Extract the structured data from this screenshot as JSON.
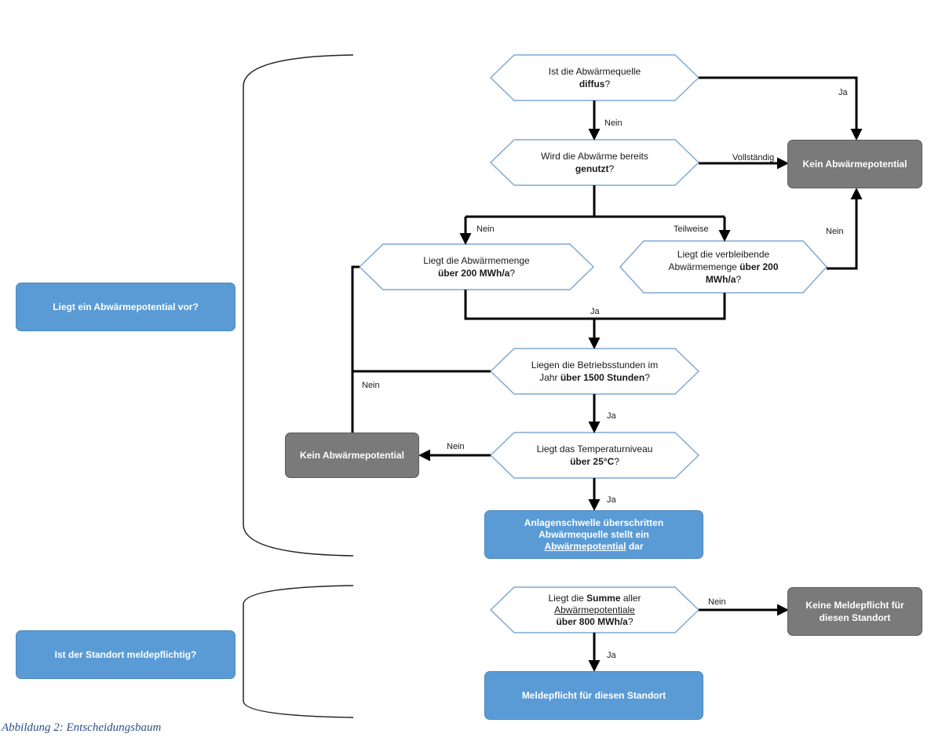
{
  "left_questions": {
    "q1": "Liegt ein Abwärmepotential vor?",
    "q2": "Ist der Standort meldepflichtig?"
  },
  "decisions": {
    "d1": {
      "pre": "Ist die Abwärmequelle",
      "bold": "diffus",
      "post": "?"
    },
    "d2": {
      "pre": "Wird die Abwärme bereits",
      "bold": "genutzt",
      "post": "?"
    },
    "d3": {
      "pre": "Liegt die Abwärmemenge",
      "bold": "über 200 MWh/a",
      "post": "?"
    },
    "d4": {
      "pre": "Liegt die verbleibende Abwärmemenge",
      "bold": "über 200 MWh/a",
      "post": "?"
    },
    "d5": {
      "pre": "Liegen die Betriebsstunden im Jahr",
      "bold": "über 1500 Stunden",
      "post": "?"
    },
    "d6": {
      "pre": "Liegt das Temperaturniveau",
      "bold": "über 25°C",
      "post": "?"
    },
    "d7": {
      "pre": "Liegt die",
      "bold": "Summe",
      "mid": "aller",
      "underline": "Abwärmepotentiale",
      "bold2": "über 800 MWh/a",
      "post": "?"
    }
  },
  "results": {
    "r1": "Kein Abwärmepotential",
    "r2": "Kein Abwärmepotential",
    "r3_line1": "Anlagenschwelle überschritten",
    "r3_line2": "Abwärmequelle stellt ein",
    "r3_underline": "Abwärmepotential",
    "r3_tail": "dar",
    "r4": "Keine Meldepflicht für diesen Standort",
    "r5": "Meldepflicht für diesen Standort"
  },
  "edge_labels": {
    "ja_d1": "Ja",
    "nein_d1": "Nein",
    "vollstaendig": "Vollständig",
    "nein_d2": "Nein",
    "teilweise": "Teilweise",
    "nein_d4": "Nein",
    "ja_merge": "Ja",
    "nein_d5": "Nein",
    "ja_d5": "Ja",
    "nein_d6": "Nein",
    "ja_d6": "Ja",
    "nein_d7": "Nein",
    "ja_d7": "Ja"
  },
  "caption": "Abbildung 2: Entscheidungsbaum",
  "colors": {
    "blue_box": "#5a9bd5",
    "gray_box": "#7a7a7a",
    "hexagon_stroke": "#7fa9d4",
    "edge": "#000000"
  }
}
